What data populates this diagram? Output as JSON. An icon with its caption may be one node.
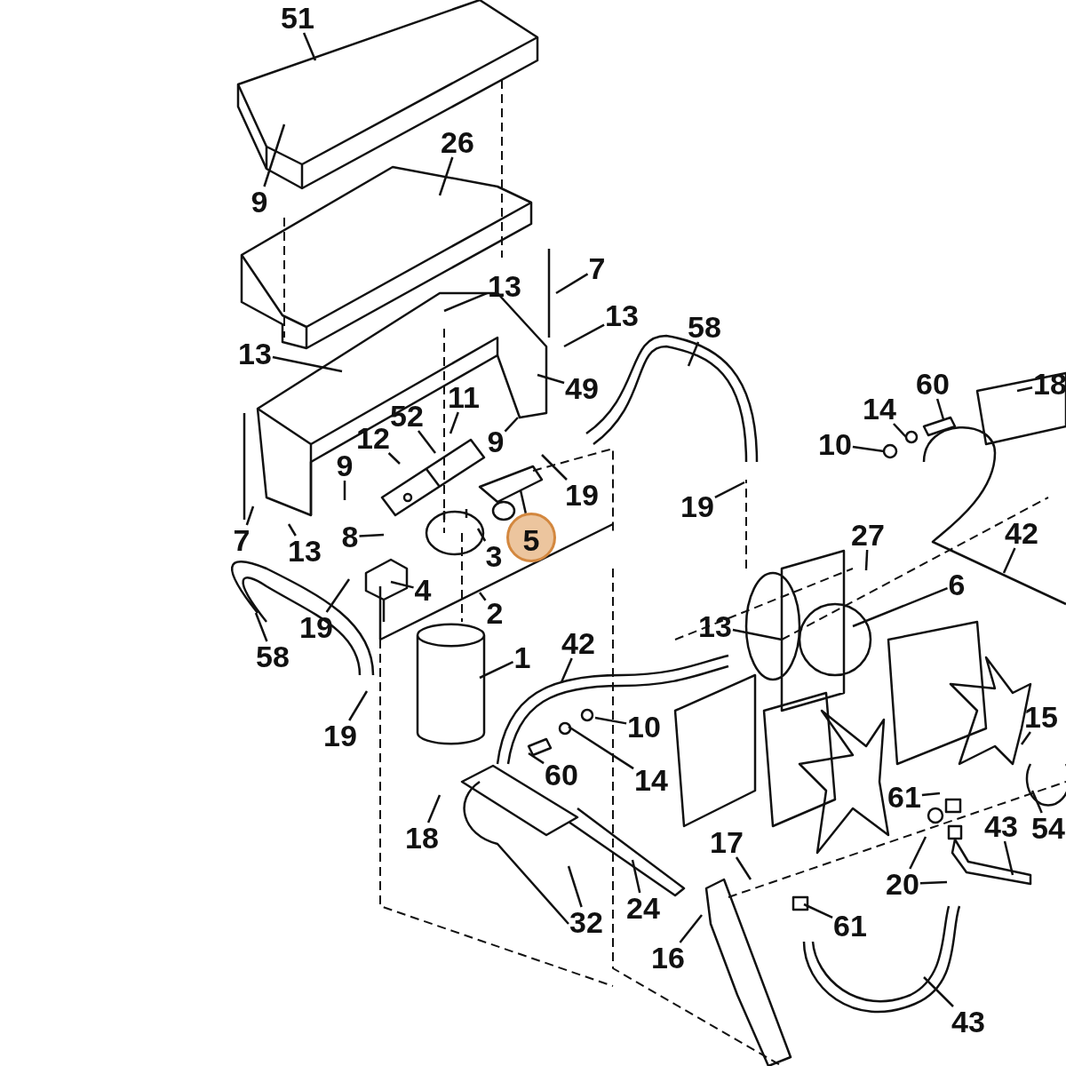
{
  "diagram": {
    "nodes": [
      {
        "text": [
          "51"
        ]
      },
      {
        "text": [
          "9"
        ]
      },
      {
        "text": [
          "26"
        ]
      },
      {
        "text": [
          "7"
        ]
      },
      {
        "text": [
          "13"
        ]
      },
      {
        "text": [
          "13"
        ]
      },
      {
        "text": [
          "13"
        ]
      },
      {
        "text": [
          "49"
        ]
      },
      {
        "text": [
          "58"
        ]
      },
      {
        "text": [
          "11"
        ]
      },
      {
        "text": [
          "52"
        ]
      },
      {
        "text": [
          "12"
        ]
      },
      {
        "text": [
          "9"
        ]
      },
      {
        "text": [
          "9"
        ]
      },
      {
        "text": [
          "19"
        ]
      },
      {
        "text": [
          "19"
        ]
      },
      {
        "text": [
          "5"
        ]
      },
      {
        "text": [
          "8"
        ]
      },
      {
        "text": [
          "3"
        ]
      },
      {
        "text": [
          "7"
        ]
      },
      {
        "text": [
          "13"
        ]
      },
      {
        "text": [
          "4"
        ]
      },
      {
        "text": [
          "19"
        ]
      },
      {
        "text": [
          "2"
        ]
      },
      {
        "text": [
          "58"
        ]
      },
      {
        "text": [
          "60"
        ]
      },
      {
        "text": [
          "14"
        ]
      },
      {
        "text": [
          "10"
        ]
      },
      {
        "text": [
          "18"
        ]
      },
      {
        "text": [
          "27"
        ]
      },
      {
        "text": [
          "42"
        ]
      },
      {
        "text": [
          "6"
        ]
      },
      {
        "text": [
          "13"
        ]
      },
      {
        "text": [
          "42"
        ]
      },
      {
        "text": [
          "1"
        ]
      },
      {
        "text": [
          "15"
        ]
      },
      {
        "text": [
          "10"
        ]
      },
      {
        "text": [
          "19"
        ]
      },
      {
        "text": [
          "14"
        ]
      },
      {
        "text": [
          "60"
        ]
      },
      {
        "text": [
          "61"
        ]
      },
      {
        "text": [
          "54"
        ]
      },
      {
        "text": [
          "43"
        ]
      },
      {
        "text": [
          "18"
        ]
      },
      {
        "text": [
          "20"
        ]
      },
      {
        "text": [
          "17"
        ]
      },
      {
        "text": [
          "61"
        ]
      },
      {
        "text": [
          "16"
        ]
      },
      {
        "text": [
          "32"
        ]
      },
      {
        "text": [
          "24"
        ]
      },
      {
        "text": [
          "43"
        ]
      }
    ],
    "edges": [
      {
        "from": 0,
        "to": null,
        "arrow": "none"
      },
      {
        "from": 1,
        "to": null,
        "arrow": "none"
      },
      {
        "from": 2,
        "to": null,
        "arrow": "none"
      },
      {
        "from": 3,
        "to": null,
        "arrow": "none"
      },
      {
        "from": 4,
        "to": null,
        "arrow": "none"
      },
      {
        "from": 5,
        "to": null,
        "arrow": "none"
      },
      {
        "from": 6,
        "to": null,
        "arrow": "none"
      },
      {
        "from": 7,
        "to": null,
        "arrow": "none"
      },
      {
        "from": 8,
        "to": null,
        "arrow": "none"
      },
      {
        "from": 9,
        "to": null,
        "arrow": "none"
      },
      {
        "from": 10,
        "to": null,
        "arrow": "none"
      },
      {
        "from": 11,
        "to": null,
        "arrow": "none"
      },
      {
        "from": 12,
        "to": null,
        "arrow": "none"
      },
      {
        "from": 13,
        "to": null,
        "arrow": "none"
      },
      {
        "from": 14,
        "to": null,
        "arrow": "none"
      },
      {
        "from": 15,
        "to": null,
        "arrow": "none"
      },
      {
        "from": 16,
        "to": null,
        "arrow": "none"
      },
      {
        "from": 17,
        "to": null,
        "arrow": "none"
      },
      {
        "from": 18,
        "to": null,
        "arrow": "none"
      },
      {
        "from": 19,
        "to": null,
        "arrow": "none"
      },
      {
        "from": 20,
        "to": null,
        "arrow": "none"
      },
      {
        "from": 21,
        "to": null,
        "arrow": "none"
      },
      {
        "from": 22,
        "to": null,
        "arrow": "none"
      },
      {
        "from": 23,
        "to": null,
        "arrow": "none"
      },
      {
        "from": 24,
        "to": null,
        "arrow": "none"
      },
      {
        "from": 25,
        "to": null,
        "arrow": "none"
      },
      {
        "from": 26,
        "to": null,
        "arrow": "none"
      },
      {
        "from": 27,
        "to": null,
        "arrow": "none"
      },
      {
        "from": 28,
        "to": null,
        "arrow": "none"
      },
      {
        "from": 29,
        "to": null,
        "arrow": "none"
      },
      {
        "from": 30,
        "to": null,
        "arrow": "none"
      },
      {
        "from": 31,
        "to": null,
        "arrow": "none"
      },
      {
        "from": 32,
        "to": null,
        "arrow": "none"
      },
      {
        "from": 33,
        "to": null,
        "arrow": "none"
      },
      {
        "from": 34,
        "to": null,
        "arrow": "none"
      },
      {
        "from": 35,
        "to": null,
        "arrow": "none"
      },
      {
        "from": 36,
        "to": null,
        "arrow": "none"
      },
      {
        "from": 37,
        "to": null,
        "arrow": "none"
      },
      {
        "from": 38,
        "to": null,
        "arrow": "none"
      },
      {
        "from": 39,
        "to": null,
        "arrow": "none"
      },
      {
        "from": 40,
        "to": null,
        "arrow": "none"
      },
      {
        "from": 41,
        "to": null,
        "arrow": "none"
      },
      {
        "from": 42,
        "to": null,
        "arrow": "none"
      },
      {
        "from": 43,
        "to": null,
        "arrow": "none"
      },
      {
        "from": 44,
        "to": null,
        "arrow": "none"
      },
      {
        "from": 44,
        "to": null,
        "arrow": "none"
      },
      {
        "from": 45,
        "to": null,
        "arrow": "none"
      },
      {
        "from": 46,
        "to": null,
        "arrow": "none"
      },
      {
        "from": 47,
        "to": null,
        "arrow": "none"
      },
      {
        "from": 48,
        "to": null,
        "arrow": "none"
      },
      {
        "from": 49,
        "to": null,
        "arrow": "none"
      },
      {
        "from": 50,
        "to": null,
        "arrow": "none"
      }
    ]
  }
}
